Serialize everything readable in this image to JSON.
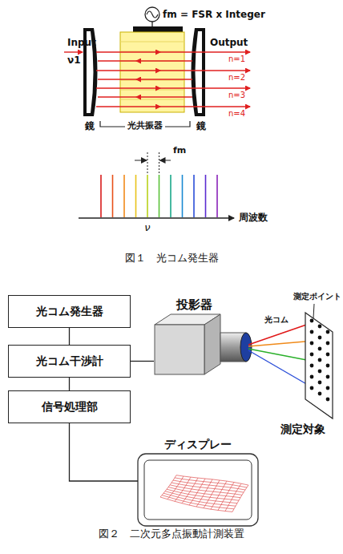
{
  "diagram": {
    "nodes": [
      {
        "text": [
          "光コム発生器"
        ]
      },
      {
        "text": [
          "光コム干渉計"
        ]
      },
      {
        "text": [
          "信号処理部"
        ]
      },
      {
        "text": [
          "投影器"
        ]
      },
      {
        "text": [
          "ディスプレー"
        ]
      }
    ],
    "edges": [
      {
        "from": 0,
        "to": 1,
        "arrow": "none"
      },
      {
        "from": 1,
        "to": 2,
        "arrow": "none"
      },
      {
        "from": 1,
        "to": 3,
        "arrow": "none"
      },
      {
        "from": 2,
        "to": 4,
        "arrow": "none"
      }
    ],
    "labels": [
      "fm = FSR x Integer",
      "Input",
      "ν1",
      "Output",
      "n=1",
      "n=2",
      "n=3",
      "n=4",
      "鏡",
      "鏡",
      "光共振器",
      "fm",
      "ν",
      "周波数",
      "図１　光コム発生器",
      "光コム",
      "測定ポイント",
      "測定対象",
      "図２　二次元多点振動計測装置"
    ]
  }
}
